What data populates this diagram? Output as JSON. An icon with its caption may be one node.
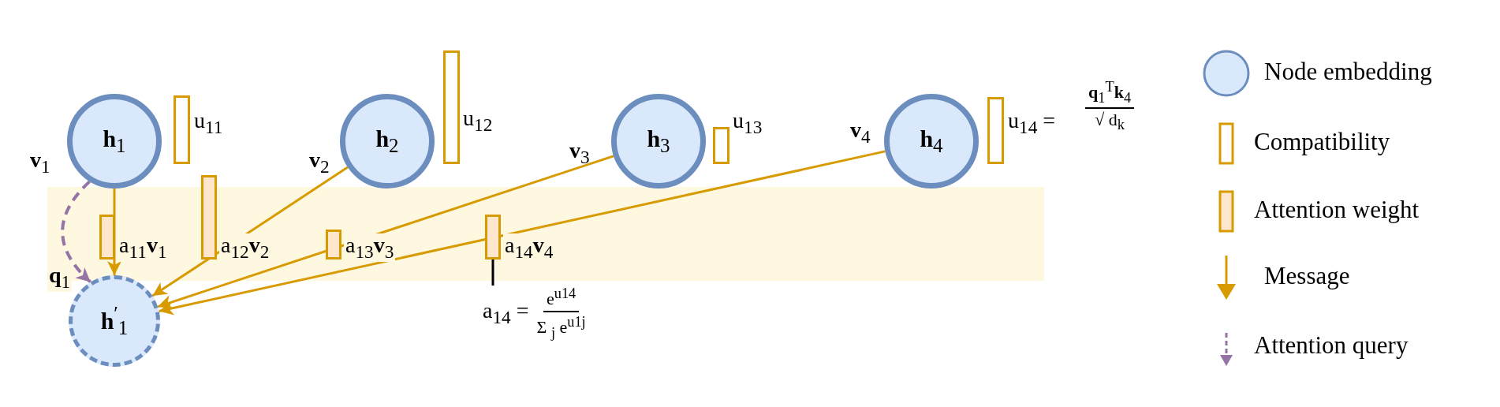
{
  "diagram": {
    "nodes": [
      {
        "text": [
          "**h**$_{1}$"
        ],
        "beside": [
          "**v**$_{1}$"
        ]
      },
      {
        "text": [],
        "shape": "bar",
        "beside": [
          "u$_{11}$"
        ]
      },
      {
        "text": [
          "**h**$_{2}$"
        ],
        "beside": [
          "**v**$_{2}$"
        ]
      },
      {
        "text": [],
        "shape": "bar",
        "beside": [
          "u$_{12}$"
        ]
      },
      {
        "text": [
          "**h**$_{3}$"
        ],
        "beside": [
          "**v**$_{3}$"
        ]
      },
      {
        "text": [],
        "shape": "bar",
        "beside": [
          "u$_{13}$"
        ]
      },
      {
        "text": [
          "**h**$_{4}$"
        ],
        "beside": [
          "**v**$_{4}$"
        ]
      },
      {
        "text": [],
        "shape": "bar",
        "beside": [
          "u$_{14}$ ="
        ]
      },
      {
        "text": [],
        "shape": "bar"
      },
      {
        "text": [],
        "shape": "bar"
      },
      {
        "text": [],
        "shape": "bar"
      },
      {
        "text": [],
        "shape": "bar"
      },
      {
        "text": [
          "**h**$^{′}$$_{1}$"
        ]
      },
      {
        "text": [
          "a$_{14}$ =",
          "e$^{u14}$",
          "Σ $_{j}$ e$^{u1j}$"
        ]
      }
    ],
    "edges": [
      {
        "from": 0,
        "to": 12,
        "arrow": "to",
        "label": "a$_{11}$**v**$_{1}$"
      },
      {
        "from": 2,
        "to": 12,
        "arrow": "to",
        "label": "a$_{12}$**v**$_{2}$"
      },
      {
        "from": 4,
        "to": 12,
        "arrow": "to",
        "label": "a$_{13}$**v**$_{3}$"
      },
      {
        "from": 6,
        "to": 12,
        "arrow": "to",
        "label": "a$_{14}$**v**$_{4}$"
      },
      {
        "from": 0,
        "to": 12,
        "arrow": "to",
        "label": "**q**$_{1}$",
        "style": "dashed",
        "color": "#9673a6"
      },
      {
        "from": 13,
        "to": 11,
        "arrow": "none",
        "color": "#000000"
      }
    ],
    "labels": [
      "**q**$_{1}$$^{T}$**k**$_{4}$",
      "√ d$_{k}$"
    ],
    "legend": [
      {
        "text": "Node embedding"
      },
      {
        "text": "Compatibility"
      },
      {
        "text": "Attention weight"
      },
      {
        "text": "Message"
      },
      {
        "text": "Attention query"
      }
    ]
  }
}
